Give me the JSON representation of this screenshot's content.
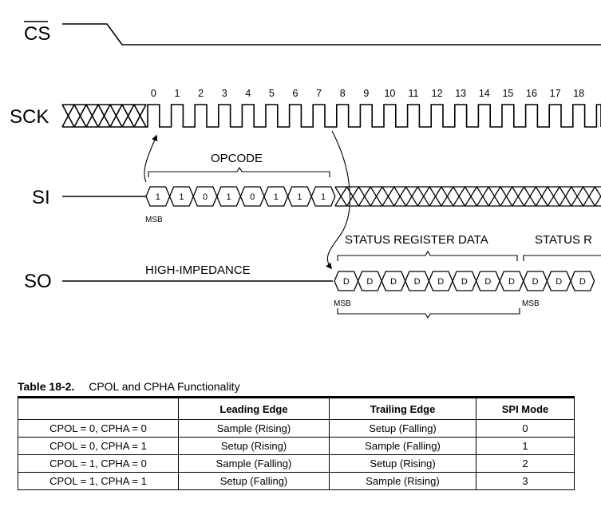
{
  "signals": {
    "cs": "CS",
    "sck": "SCK",
    "si": "SI",
    "so": "SO"
  },
  "clock_numbers": [
    "0",
    "1",
    "2",
    "3",
    "4",
    "5",
    "6",
    "7",
    "8",
    "9",
    "10",
    "11",
    "12",
    "13",
    "14",
    "15",
    "16",
    "17",
    "18"
  ],
  "si": {
    "opcode_label": "OPCODE",
    "opcode_bits": [
      "1",
      "1",
      "0",
      "1",
      "0",
      "1",
      "1",
      "1"
    ],
    "msb_label": "MSB"
  },
  "so": {
    "high_impedance_label": "HIGH-IMPEDANCE",
    "status_register_label": "STATUS REGISTER DATA",
    "status_register_label_2": "STATUS R",
    "data_bit": "D",
    "data_bit_count": 11,
    "msb_label": "MSB",
    "msb_label_2": "MSB"
  },
  "table": {
    "number": "Table 18-2.",
    "title": "CPOL and CPHA Functionality",
    "headers": [
      "",
      "Leading Edge",
      "Trailing Edge",
      "SPI Mode"
    ],
    "rows": [
      [
        "CPOL = 0, CPHA = 0",
        "Sample (Rising)",
        "Setup (Falling)",
        "0"
      ],
      [
        "CPOL = 0, CPHA = 1",
        "Setup (Rising)",
        "Sample (Falling)",
        "1"
      ],
      [
        "CPOL = 1, CPHA = 0",
        "Sample (Falling)",
        "Setup (Rising)",
        "2"
      ],
      [
        "CPOL = 1, CPHA = 1",
        "Setup (Falling)",
        "Sample (Rising)",
        "3"
      ]
    ]
  }
}
